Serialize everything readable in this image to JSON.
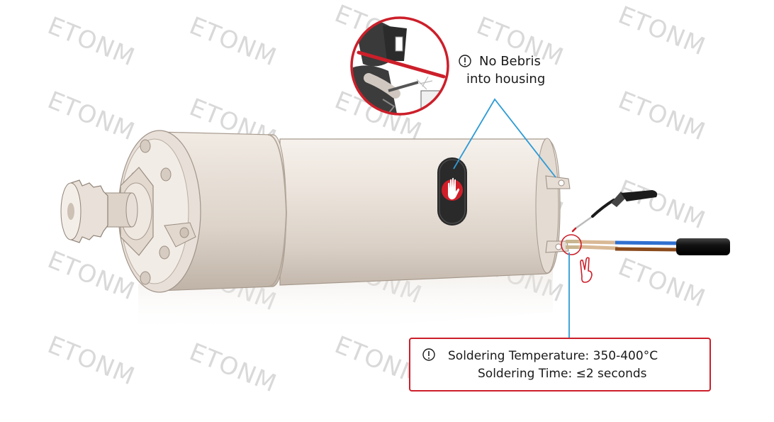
{
  "watermark": "ETONM",
  "notes": {
    "debris": {
      "icon": "exclamation-circle-icon",
      "line1": "No Bebris",
      "line2": "into housing"
    },
    "soldering": {
      "icon": "exclamation-circle-icon",
      "temperature": "Soldering Temperature: 350-400°C",
      "time": "Soldering Time: ≤2 seconds"
    }
  },
  "icons": {
    "no_touch": "hand-stop-icon",
    "prohibited": "no-welding-prohibition-icon",
    "soldering_ok": "victory-hand-icon",
    "soldering_iron": "soldering-iron-icon"
  },
  "colors": {
    "callout_red": "#cc1f2a",
    "leader_blue": "#2e9bd6",
    "motor_body": "#e9e1d9",
    "cable": "#111111",
    "wire_blue": "#2f6fd0",
    "wire_brown": "#8a4a1c"
  }
}
